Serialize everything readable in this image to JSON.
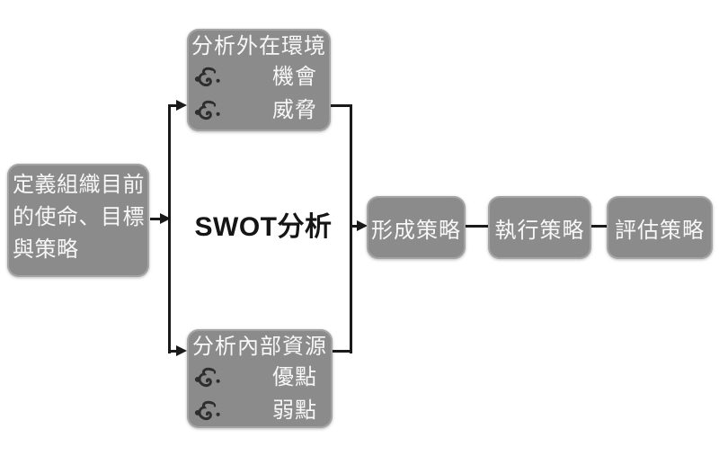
{
  "colors": {
    "background": "#ffffff",
    "box_fill": "#8b8b8b",
    "box_text": "#f7f7f7",
    "connector": "#1a1a1a",
    "ornament": "#2e2e2e",
    "center_text": "#151515"
  },
  "mission_box": {
    "lines": [
      "定義組織目前",
      "的使命、目標",
      "與策略"
    ]
  },
  "external_box": {
    "title": "分析外在環境",
    "items": [
      {
        "icon": "ornament-bullet-icon",
        "label": "機會"
      },
      {
        "icon": "ornament-bullet-icon",
        "label": "威脅"
      }
    ]
  },
  "internal_box": {
    "title": "分析內部資源",
    "items": [
      {
        "icon": "ornament-bullet-icon",
        "label": "優點"
      },
      {
        "icon": "ornament-bullet-icon",
        "label": "弱點"
      }
    ]
  },
  "center_label": "SWOT分析",
  "flow_boxes": [
    {
      "label": "形成策略"
    },
    {
      "label": "執行策略"
    },
    {
      "label": "評估策略"
    }
  ]
}
